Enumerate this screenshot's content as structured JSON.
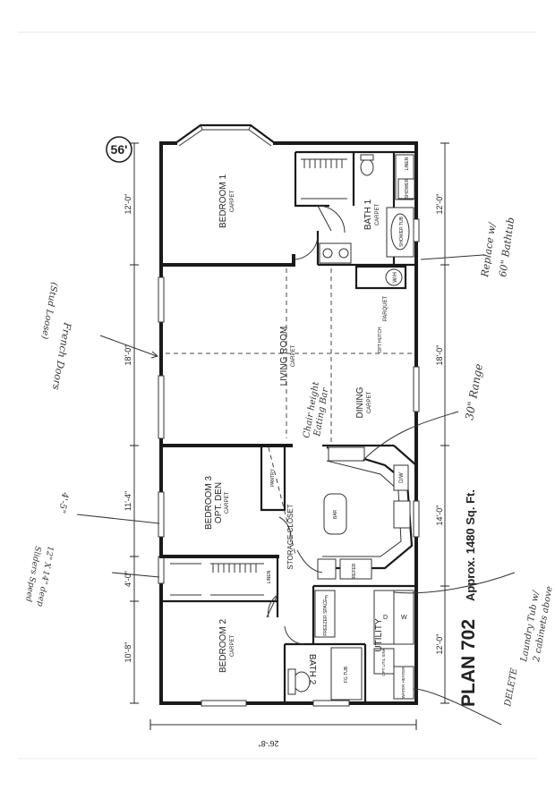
{
  "badge": "56'",
  "plan": {
    "title": "PLAN 702",
    "approx": "Approx. 1480 Sq. Ft."
  },
  "rooms": {
    "bedroom1": {
      "name": "BEDROOM 1",
      "floor": "CARPET"
    },
    "bath1": {
      "name": "BATH 1",
      "floor": "CARPET"
    },
    "living": {
      "name": "LIVING ROOM",
      "floor": "CARPET"
    },
    "dining": {
      "name": "DINING",
      "floor": "CARPET"
    },
    "bedroom3": {
      "name": "BEDROOM 3",
      "sub": "OPT. DEN",
      "floor": "CARPET"
    },
    "bedroom2": {
      "name": "BEDROOM 2",
      "floor": "CARPET"
    },
    "bath2": {
      "name": "BATH 2"
    },
    "utility": {
      "name": "UTILITY"
    }
  },
  "fixtures": {
    "linen": "LINEN",
    "shower": "SHOWER",
    "tub": "SHOWER TUB",
    "wh": "W/H",
    "parquet": "PARQUET",
    "opt_hutch": "OPT HUTCH",
    "pantry": "PANTRY",
    "bar": "BAR",
    "dw": "D/W",
    "refer": "REFER",
    "linen2": "LINEN",
    "freezer": "FREEZER SPACE",
    "f": "F",
    "dryer": "D",
    "washer": "W",
    "opt_util": "OPT UTIL SINK",
    "water_heater": "WATER HEATER",
    "fg_tub": "FG TUB"
  },
  "dimensions": {
    "left": [
      "12'-0\"",
      "18'-0\"",
      "11'-4\"",
      "4'-0\"",
      "10'-8\""
    ],
    "right": [
      "12'-0\"",
      "18'-0\"",
      "14'-0\"",
      "12'-0\""
    ],
    "width": "26'-8\""
  },
  "notes": {
    "french_doors": "French Doors",
    "stud_loose": "(Stud Loose)",
    "replace_tub1": "Replace w/",
    "replace_tub2": "60\" Bathtub",
    "chair_height1": "Chair height",
    "chair_height2": "Eating Bar",
    "range": "30\" Range",
    "storage_closet": "STORAGE CLOSET",
    "laundry1": "Laundry Tub w/",
    "laundry2": "2 cabinets above",
    "delete": "DELETE",
    "sliders1": "Sliders Speed",
    "sliders2": "12\" X 14\" deep",
    "four5": "4'-5\""
  }
}
